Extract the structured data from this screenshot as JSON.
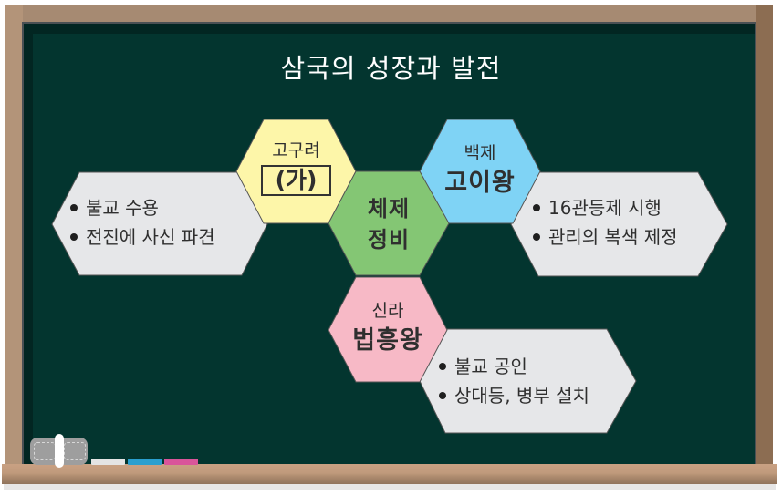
{
  "title": "삼국의 성장과 발전",
  "center": {
    "line1": "체제",
    "line2": "정비",
    "color": "#84c674"
  },
  "goguryeo": {
    "kingdom": "고구려",
    "king": "(가)",
    "color": "#fdf6a9",
    "achievements": [
      "불교 수용",
      "전진에 사신 파견"
    ]
  },
  "baekje": {
    "kingdom": "백제",
    "king": "고이왕",
    "color": "#7fd3f5",
    "achievements": [
      "16관등제 시행",
      "관리의 복색 제정"
    ]
  },
  "silla": {
    "kingdom": "신라",
    "king": "법흥왕",
    "color": "#f7b9c6",
    "achievements": [
      "불교 공인",
      "상대등, 병부 설치"
    ]
  },
  "achievement_box_color": "#e6e7e9",
  "board": {
    "background": "#03352f",
    "frame": "#a68a72"
  },
  "chalks": [
    {
      "name": "white",
      "color": "#e4e4e4"
    },
    {
      "name": "blue",
      "color": "#2a9fcf"
    },
    {
      "name": "pink",
      "color": "#d9559a"
    }
  ]
}
